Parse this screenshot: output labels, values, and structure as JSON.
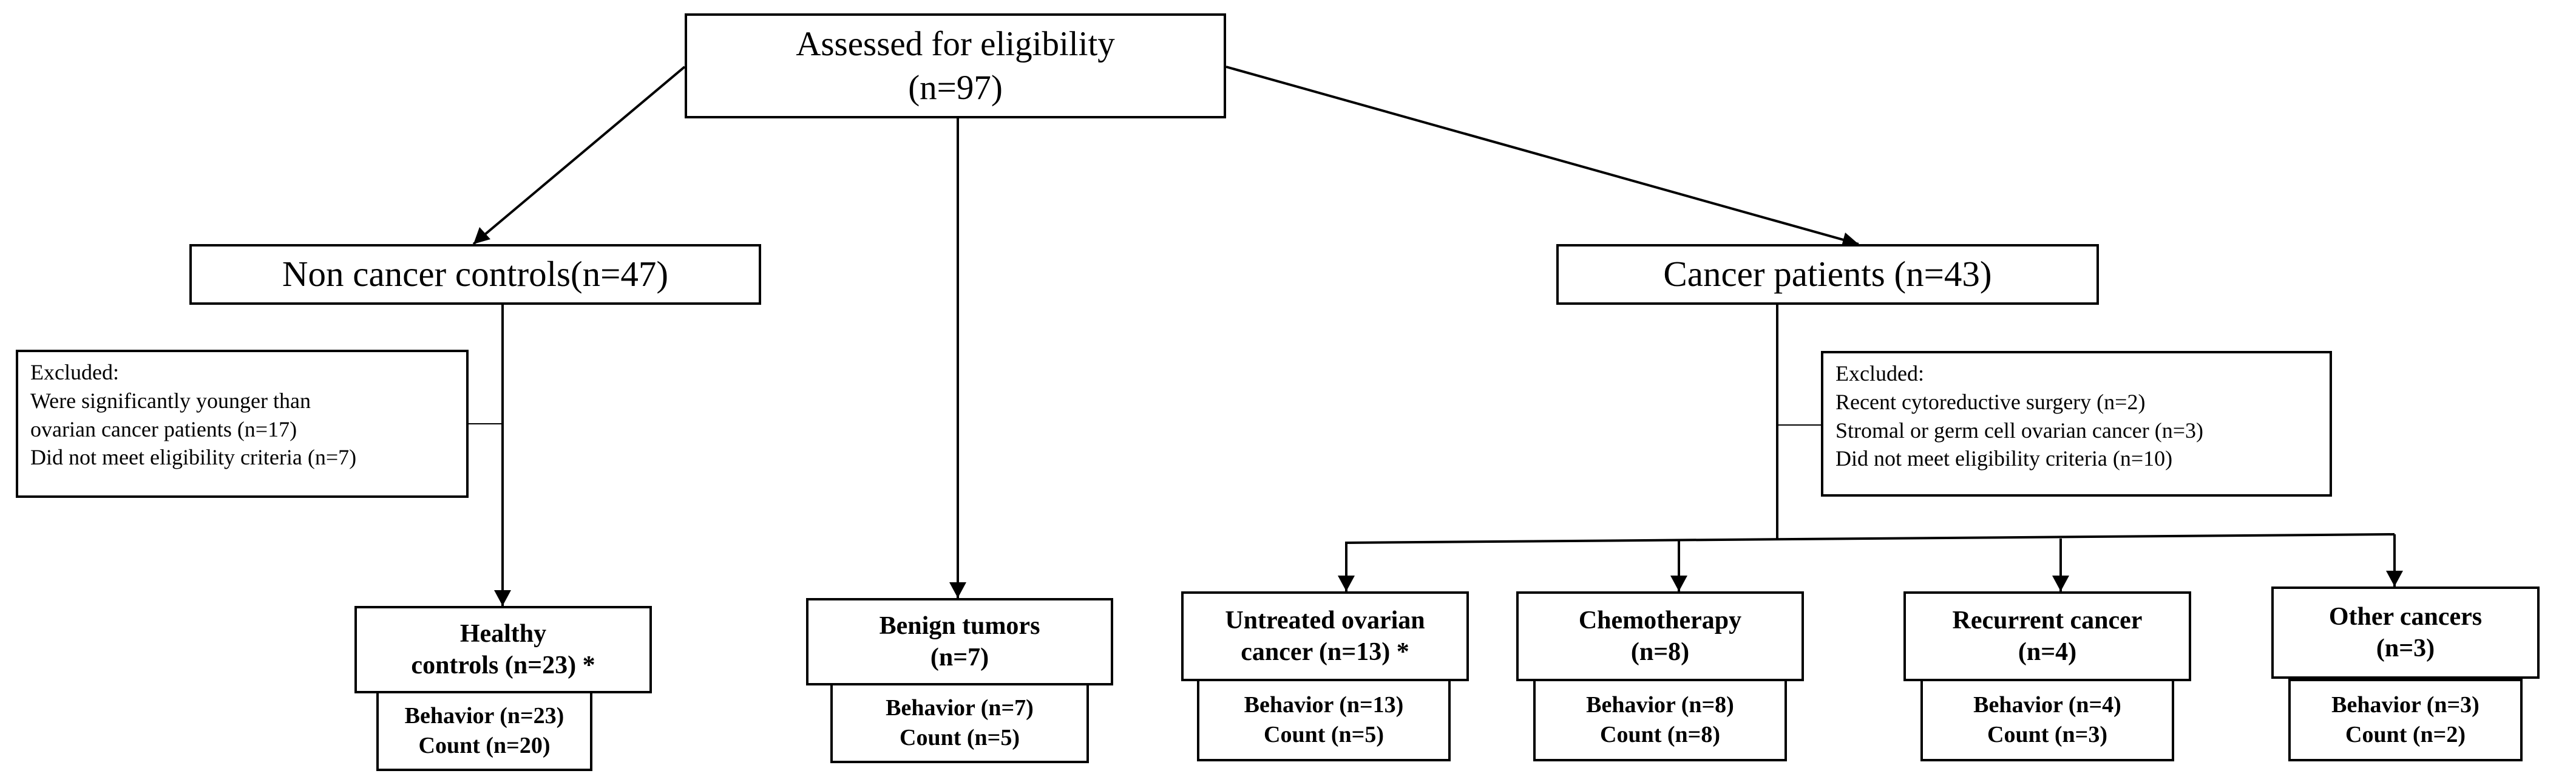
{
  "root": {
    "title": "Assessed for eligibility",
    "count": "(n=97)"
  },
  "groups": {
    "non_cancer": "Non cancer controls(n=47)",
    "cancer": "Cancer patients (n=43)"
  },
  "excluded_left": {
    "heading": "Excluded:",
    "lines": [
      "Were significantly younger than",
      "ovarian cancer patients (n=17)",
      "Did not meet eligibility criteria (n=7)"
    ]
  },
  "excluded_right": {
    "heading": "Excluded:",
    "lines": [
      "Recent cytoreductive surgery (n=2)",
      "Stromal  or germ cell ovarian cancer (n=3)",
      "Did not meet eligibility criteria (n=10)"
    ]
  },
  "leaves": [
    {
      "line1": "Healthy",
      "line2": "controls (n=23) *",
      "behavior": "Behavior (n=23)",
      "count": "Count (n=20)"
    },
    {
      "line1": "Benign tumors",
      "line2": "(n=7)",
      "behavior": "Behavior (n=7)",
      "count": "Count (n=5)"
    },
    {
      "line1": "Untreated ovarian",
      "line2": "cancer (n=13) *",
      "behavior": "Behavior (n=13)",
      "count": "Count (n=5)"
    },
    {
      "line1": "Chemotherapy",
      "line2": "(n=8)",
      "behavior": "Behavior (n=8)",
      "count": "Count (n=8)"
    },
    {
      "line1": "Recurrent cancer",
      "line2": "(n=4)",
      "behavior": "Behavior (n=4)",
      "count": "Count (n=3)"
    },
    {
      "line1": "Other cancers",
      "line2": "(n=3)",
      "behavior": "Behavior (n=3)",
      "count": "Count (n=2)"
    }
  ]
}
